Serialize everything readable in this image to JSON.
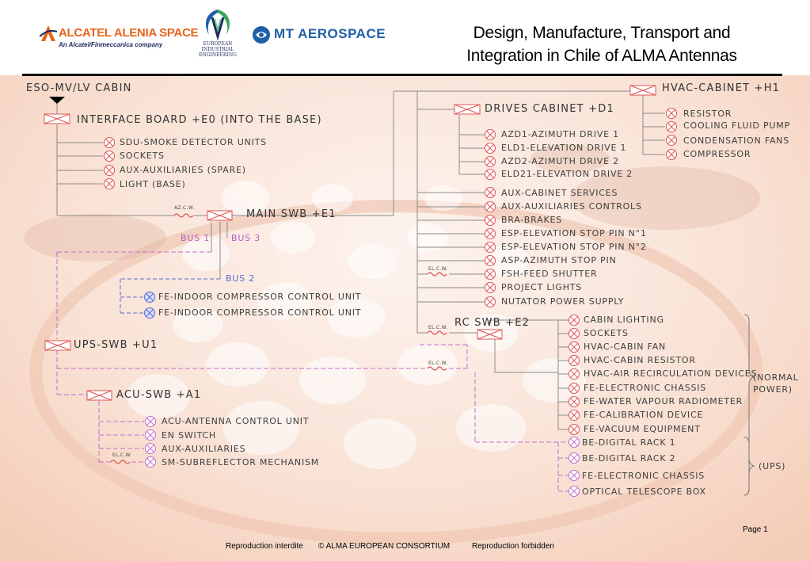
{
  "header": {
    "title_line1": "Design, Manufacture, Transport and",
    "title_line2": "Integration in Chile of ALMA Antennas",
    "logo_alcatel_name": "ALCATEL ALENIA SPACE",
    "logo_alcatel_sub": "An Alcatel/Finmeccanica company",
    "logo_eie": "EUROPEAN INDUSTRIAL ENGINEERING",
    "logo_mt": "MT AEROSPACE"
  },
  "left": {
    "cabin": "ESO-MV/LV CABIN",
    "interface_board": "INTERFACE BOARD +E0 (INTO THE BASE)",
    "interface_items": [
      "SDU-SMOKE DETECTOR UNITS",
      "SOCKETS",
      "AUX-AUXILIARIES (SPARE)",
      "LIGHT (BASE)"
    ],
    "main_swb": "MAIN SWB +E1",
    "azcw": "AZ.C.W.",
    "bus1": "BUS 1",
    "bus2": "BUS 2",
    "bus3": "BUS 3",
    "fe_items": [
      "FE-INDOOR COMPRESSOR CONTROL UNIT",
      "FE-INDOOR COMPRESSOR CONTROL UNIT"
    ],
    "ups_swb": "UPS-SWB +U1",
    "acu_swb": "ACU-SWB +A1",
    "acu_items": [
      "ACU-ANTENNA CONTROL UNIT",
      "EN SWITCH",
      "AUX-AUXILIARIES",
      "SM-SUBREFLECTOR MECHANISM"
    ],
    "elcw": "EL.C.W."
  },
  "right": {
    "hvac_cabinet": "HVAC-CABINET +H1",
    "hvac_items": [
      "RESISTOR",
      "COOLING FLUID PUMP",
      "CONDENSATION FANS",
      "COMPRESSOR"
    ],
    "drives_cabinet": "DRIVES CABINET +D1",
    "drive_items": [
      "AZD1-AZIMUTH DRIVE 1",
      "ELD1-ELEVATION DRIVE 1",
      "AZD2-AZIMUTH DRIVE 2",
      "ELD21-ELEVATION DRIVE 2"
    ],
    "misc_items": [
      "AUX-CABINET SERVICES",
      "AUX-AUXILIARIES CONTROLS",
      "BRA-BRAKES",
      "ESP-ELEVATION STOP PIN N°1",
      "ESP-ELEVATION STOP PIN N°2",
      "ASP-AZIMUTH STOP PIN",
      "FSH-FEED SHUTTER",
      "PROJECT LIGHTS",
      "NUTATOR POWER SUPPLY"
    ],
    "rc_swb": "RC SWB +E2",
    "rc_items": [
      "CABIN LIGHTING",
      "SOCKETS",
      "HVAC-CABIN FAN",
      "HVAC-CABIN RESISTOR",
      "HVAC-AIR RECIRCULATION DEVICES",
      "FE-ELECTRONIC CHASSIS",
      "FE-WATER VAPOUR RADIOMETER",
      "FE-CALIBRATION DEVICE",
      "FE-VACUUM EQUIPMENT"
    ],
    "ups_items": [
      "BE-DIGITAL RACK 1",
      "BE-DIGITAL RACK 2",
      "FE-ELECTRONIC CHASSIS",
      "OPTICAL TELESCOPE BOX"
    ],
    "normal_power": "(NORMAL POWER)",
    "normal_power_l1": "(NORMAL",
    "normal_power_l2": "POWER)",
    "ups": "(UPS)",
    "elcw": "EL.C.W."
  },
  "footer": {
    "page": "Page 1",
    "left": "Reproduction interdite",
    "center": "© ALMA EUROPEAN CONSORTIUM",
    "right": "Reproduction forbidden"
  },
  "colors": {
    "line_gray": "#8a8a8a",
    "line_red": "#e05555",
    "line_blue": "#5a6ad8",
    "line_purple": "#c070d0",
    "alcatel_orange": "#e8641b",
    "mt_blue": "#1f5fa8"
  }
}
